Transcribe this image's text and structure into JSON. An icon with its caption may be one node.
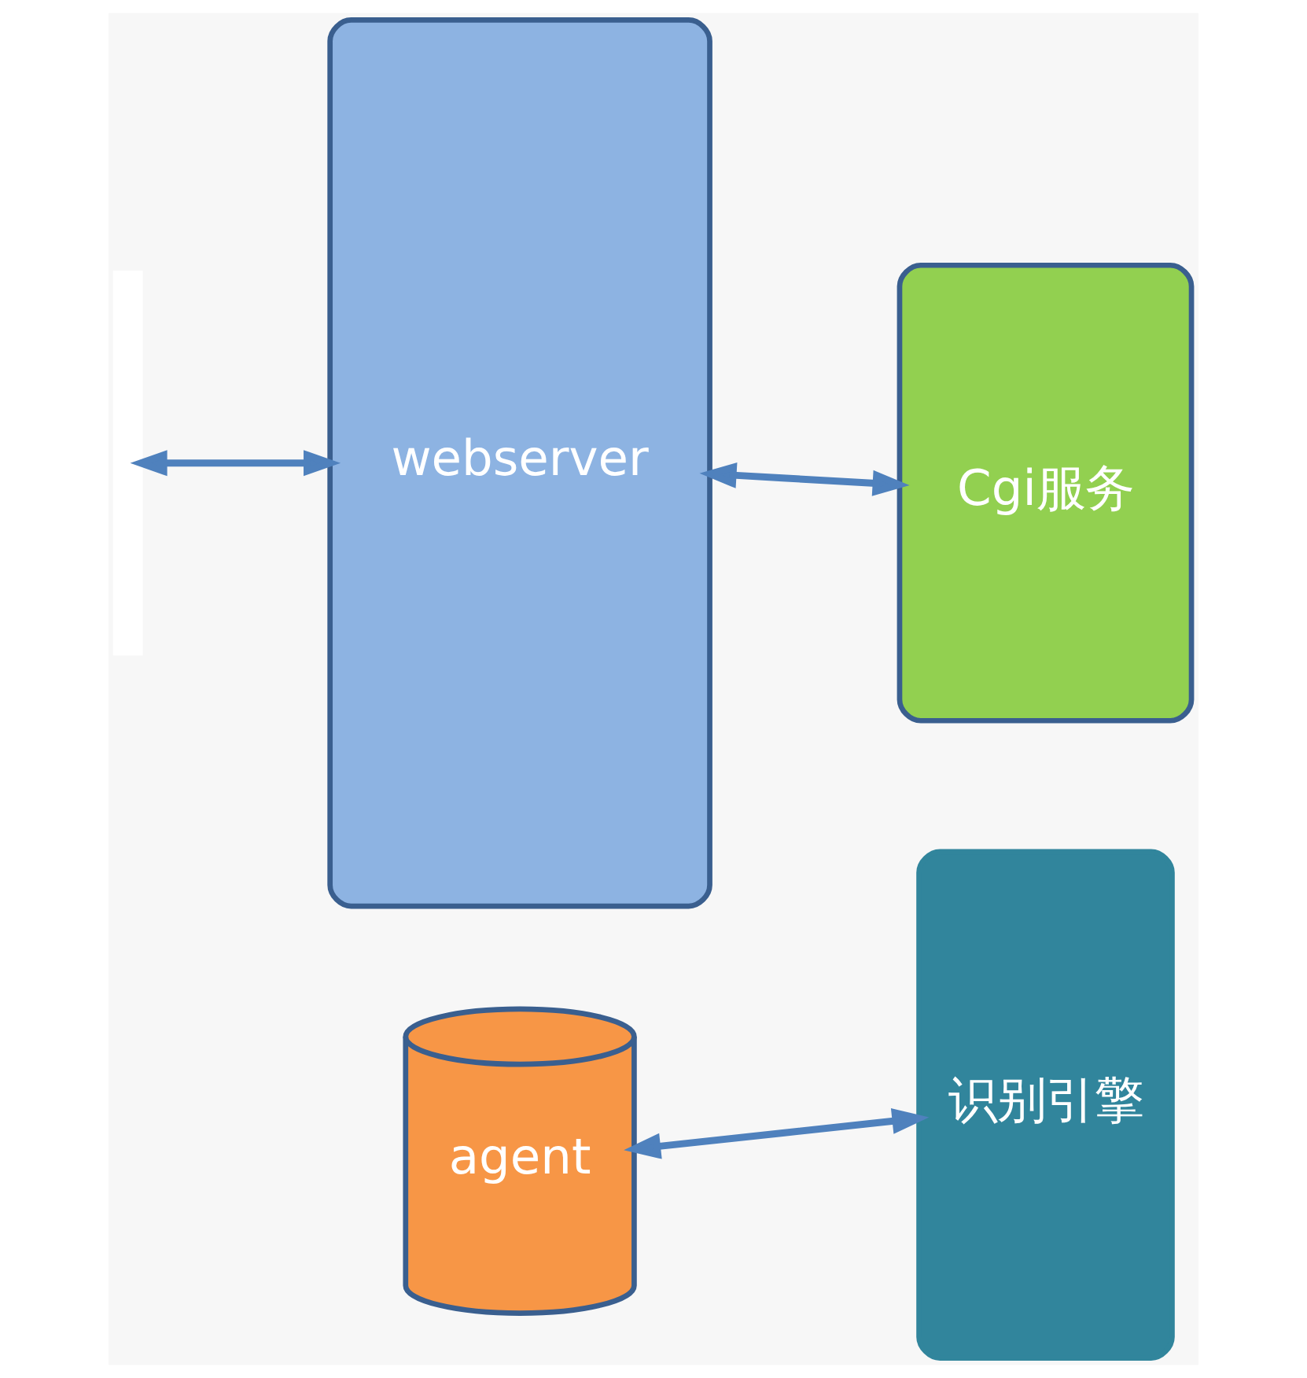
{
  "diagram": {
    "nodes": [
      {
        "text": [],
        "shape": "box"
      },
      {
        "text": [
          "webserver"
        ]
      },
      {
        "text": [
          "Cgi服务"
        ]
      },
      {
        "text": [
          "agent"
        ]
      },
      {
        "text": [
          "识别引擎"
        ]
      }
    ],
    "edges": [
      {
        "from": 0,
        "to": 1,
        "arrow": "both"
      },
      {
        "from": 1,
        "to": 2,
        "arrow": "both"
      },
      {
        "from": 3,
        "to": 4,
        "arrow": "both"
      }
    ]
  }
}
